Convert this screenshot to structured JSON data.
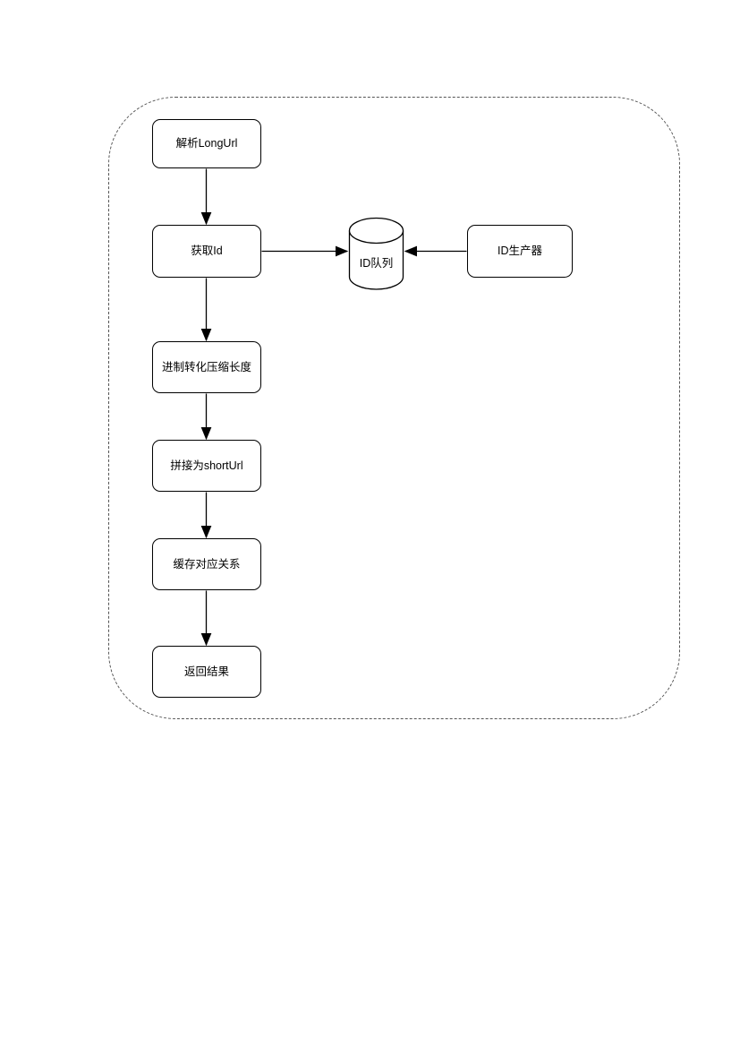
{
  "diagram": {
    "type": "flowchart",
    "colors": {
      "background": "#ffffff",
      "node_fill": "#ffffff",
      "node_stroke": "#000000",
      "text": "#000000",
      "arrow": "#000000",
      "container_stroke": "#545454"
    },
    "container": {
      "style": "dashed-rounded-rectangle"
    },
    "nodes": [
      {
        "id": "parse-longurl",
        "label": "解析LongUrl",
        "shape": "rounded-rect"
      },
      {
        "id": "get-id",
        "label": "获取Id",
        "shape": "rounded-rect"
      },
      {
        "id": "id-queue",
        "label": "ID队列",
        "shape": "cylinder"
      },
      {
        "id": "id-producer",
        "label": "ID生产器",
        "shape": "rounded-rect"
      },
      {
        "id": "base-convert",
        "label": "进制转化压缩长度",
        "shape": "rounded-rect"
      },
      {
        "id": "concat-shorturl",
        "label": "拼接为shortUrl",
        "shape": "rounded-rect"
      },
      {
        "id": "cache-mapping",
        "label": "缓存对应关系",
        "shape": "rounded-rect"
      },
      {
        "id": "return-result",
        "label": "返回结果",
        "shape": "rounded-rect"
      }
    ],
    "edges": [
      {
        "from": "parse-longurl",
        "to": "id-queue-none-get-id",
        "label": "",
        "direction": "down"
      },
      {
        "from": "get-id",
        "to": "id-queue",
        "label": "",
        "direction": "right"
      },
      {
        "from": "id-producer",
        "to": "id-queue",
        "label": "",
        "direction": "left"
      },
      {
        "from": "get-id",
        "to": "base-convert",
        "label": "",
        "direction": "down"
      },
      {
        "from": "base-convert",
        "to": "concat-shorturl",
        "label": "",
        "direction": "down"
      },
      {
        "from": "concat-shorturl",
        "to": "cache-mapping",
        "label": "",
        "direction": "down"
      },
      {
        "from": "cache-mapping",
        "to": "return-result",
        "label": "",
        "direction": "down"
      }
    ]
  }
}
